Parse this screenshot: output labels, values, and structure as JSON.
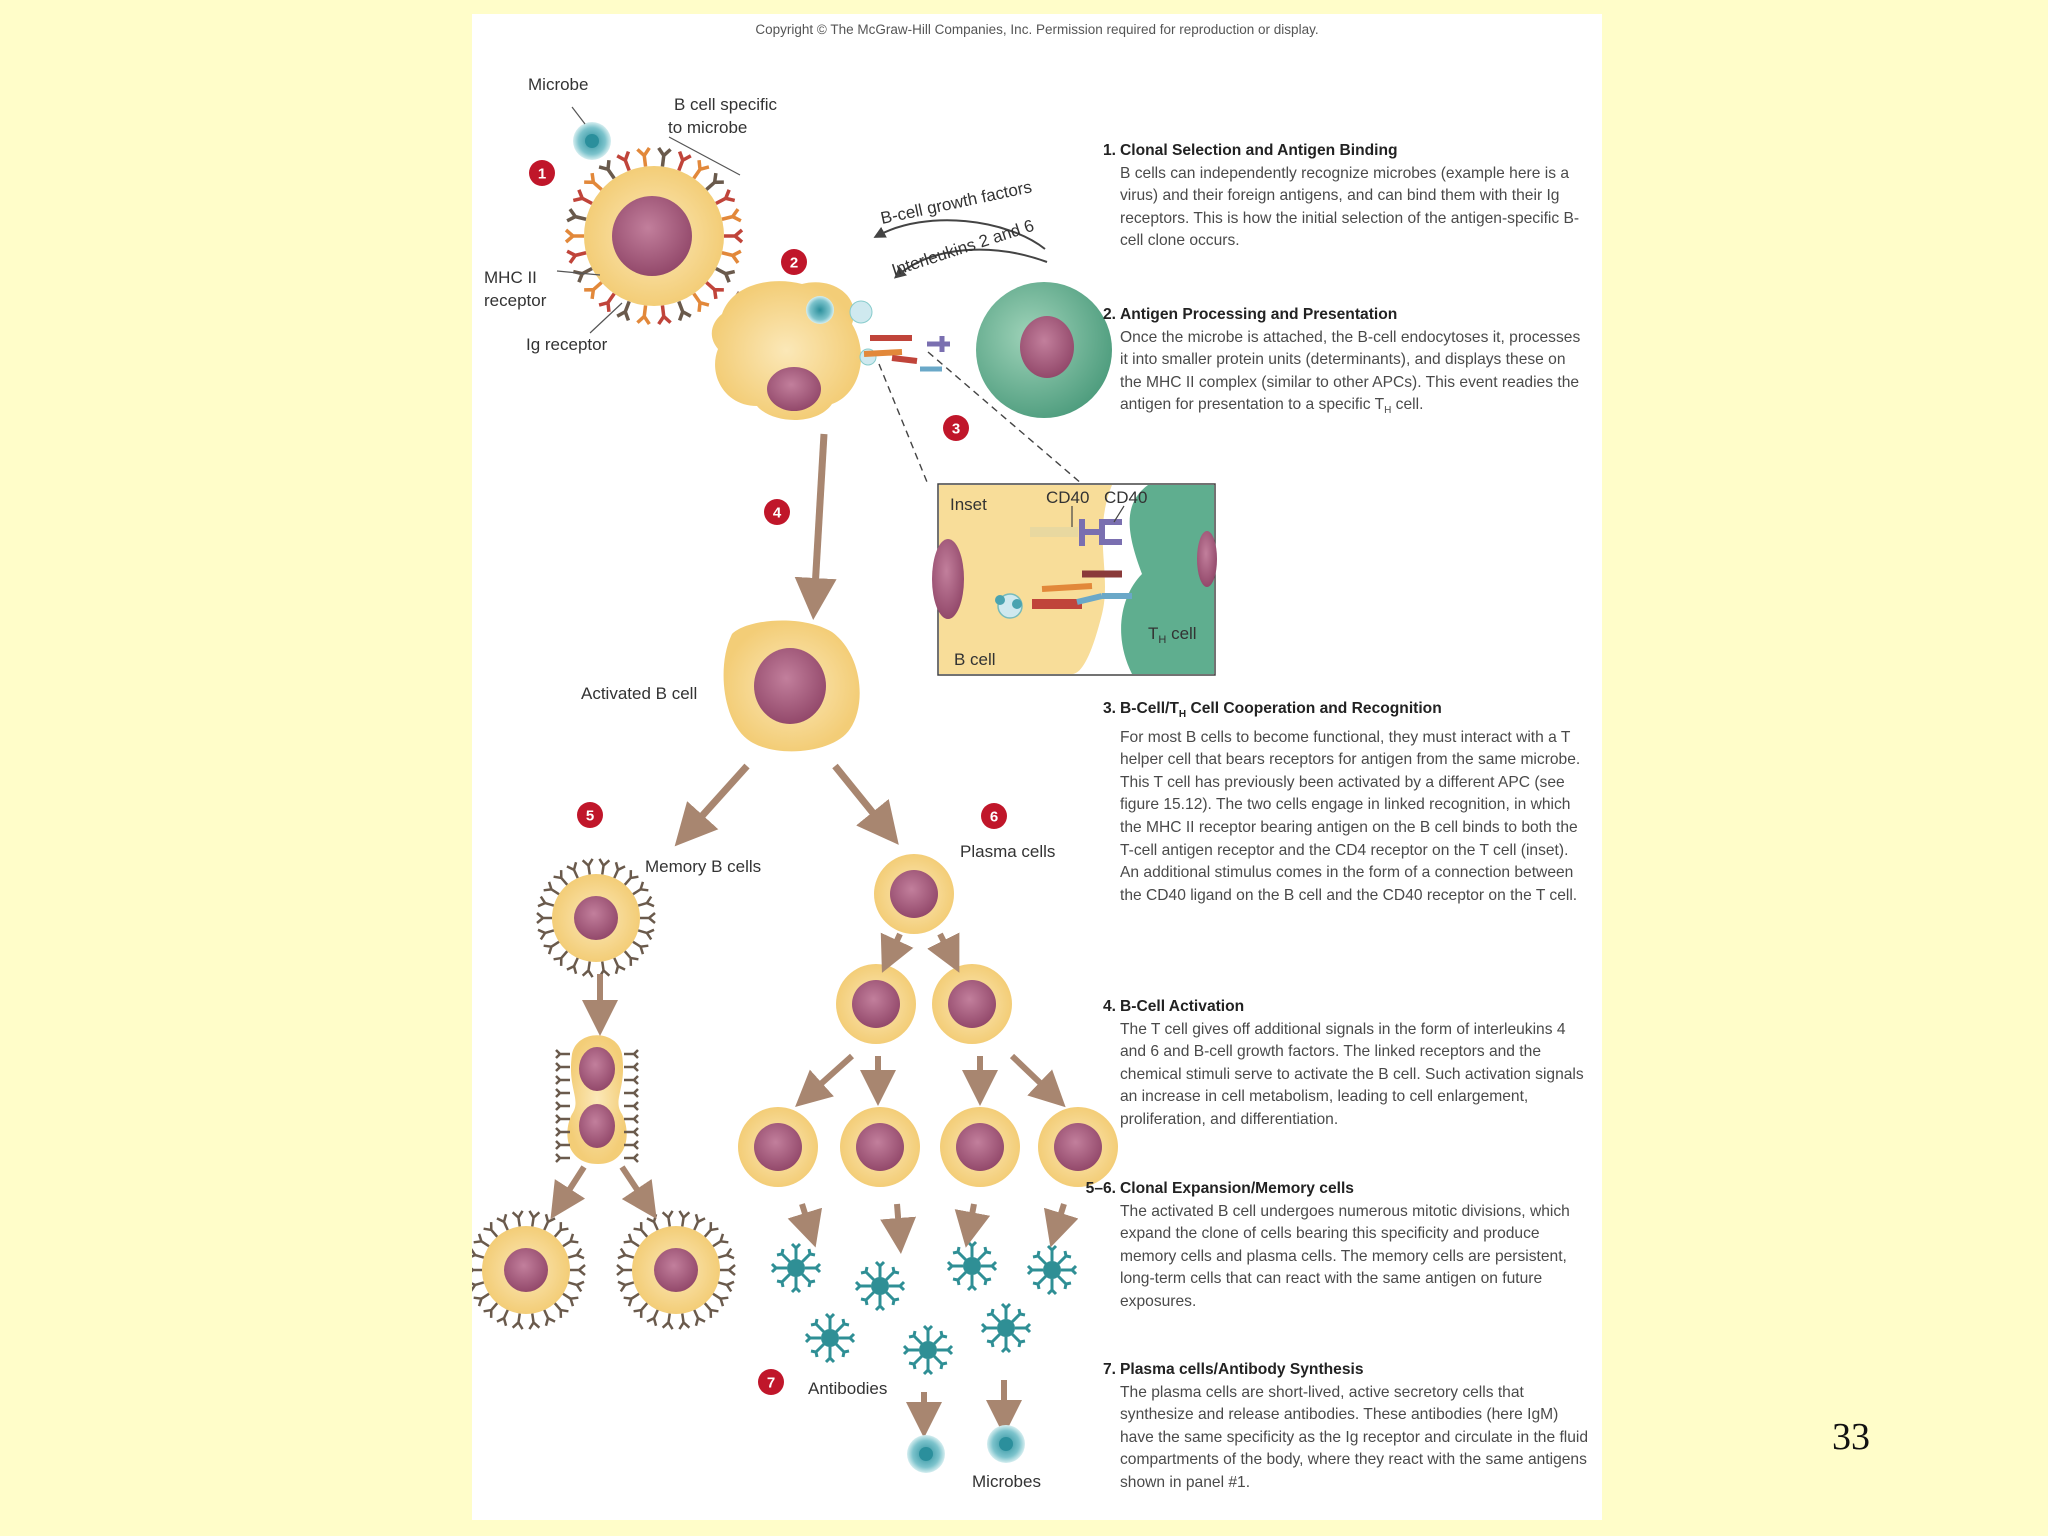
{
  "copyright": "Copyright © The McGraw-Hill Companies, Inc. Permission required for reproduction or display.",
  "slide_number": "33",
  "labels": {
    "microbe": "Microbe",
    "b_cell_specific_1": "B cell specific",
    "b_cell_specific_2": "to microbe",
    "mhc_1": "MHC II",
    "mhc_2": "receptor",
    "ig_receptor": "Ig receptor",
    "growth_factors": "B-cell growth factors",
    "interleukins": "Interleukins 2 and 6",
    "inset": "Inset",
    "cd40_a": "CD40",
    "cd40_b": "CD40",
    "inset_bcell": "B cell",
    "inset_th": "T",
    "inset_th_sub": "H",
    "inset_th_cell": " cell",
    "activated_b_cell": "Activated B cell",
    "memory_b_cells": "Memory B cells",
    "plasma_cells": "Plasma cells",
    "antibodies": "Antibodies",
    "microbes": "Microbes"
  },
  "step_markers": [
    "1",
    "2",
    "3",
    "4",
    "5",
    "6",
    "7"
  ],
  "colors": {
    "marker": "#c0162a",
    "cell_fill": "#f8d98f",
    "nucleus": "#a85a7e",
    "th_cell": "#5fae8f",
    "arrow": "#a88670",
    "receptor": "#6a5a4c",
    "antibody": "#2f8f95"
  },
  "steps": [
    {
      "num": "1.",
      "title": "Clonal Selection and Antigen Binding",
      "title_sub": "",
      "title_rest": "",
      "body": "B cells can independently recognize microbes (example here is a virus) and their foreign antigens, and can bind them with their Ig receptors. This is how the initial selection of the antigen-specific B-cell clone occurs."
    },
    {
      "num": "2.",
      "title": "Antigen Processing and Presentation",
      "title_sub": "",
      "title_rest": "",
      "body": "Once the microbe is attached, the B-cell endocytoses it, processes it into smaller protein units (determinants), and displays these on the MHC II complex (similar to other APCs). This event readies the antigen for presentation to a specific T",
      "body_sub": "H",
      "body_end": " cell."
    },
    {
      "num": "3.",
      "title": "B-Cell/T",
      "title_sub": "H",
      "title_rest": " Cell Cooperation and Recognition",
      "body": "For most B cells to become functional, they must interact with a T helper cell that bears receptors for antigen from the same microbe. This T cell has previously been activated by a different APC (see figure 15.12). The two cells engage in linked recognition, in which the MHC II receptor bearing antigen on the B cell binds to both the T-cell antigen receptor and the CD4 receptor on the T cell (inset). An additional stimulus comes in the form of a connection between the CD40 ligand on the B cell and the CD40 receptor on the T cell."
    },
    {
      "num": "4.",
      "title": "B-Cell Activation",
      "title_sub": "",
      "title_rest": "",
      "body": "The T cell gives off additional signals in the form of interleukins 4 and 6 and B-cell growth factors. The linked receptors and the chemical stimuli serve to activate the B cell. Such activation signals an increase in cell metabolism, leading to cell enlargement, proliferation, and differentiation."
    },
    {
      "num": "5–6.",
      "title": "Clonal Expansion/Memory cells",
      "title_sub": "",
      "title_rest": "",
      "body": "The activated B cell undergoes numerous mitotic divisions, which expand the clone of cells bearing this specificity and produce memory cells and plasma cells. The memory cells are persistent, long-term cells that can react with the same antigen on future exposures."
    },
    {
      "num": "7.",
      "title": "Plasma cells/Antibody Synthesis",
      "title_sub": "",
      "title_rest": "",
      "body": "The plasma cells are short-lived, active secretory cells that synthesize and release antibodies. These antibodies (here IgM) have the same specificity as the Ig receptor and circulate in the fluid compartments of the body, where they react with the same antigens shown in panel #1."
    }
  ]
}
